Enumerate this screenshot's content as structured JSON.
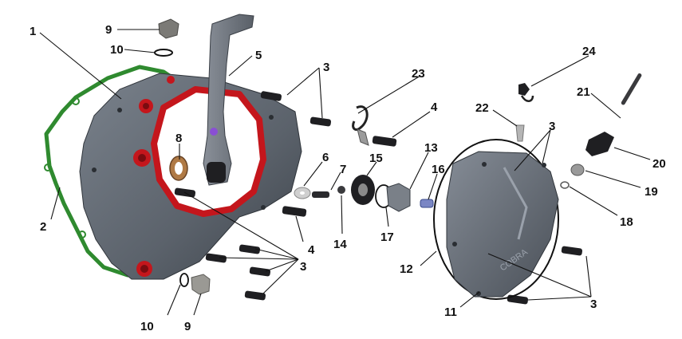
{
  "callouts": {
    "c1": "1",
    "c2": "2",
    "c3a": "3",
    "c3b": "3",
    "c3c": "3",
    "c3d": "3",
    "c4a": "4",
    "c4b": "4",
    "c5": "5",
    "c6": "6",
    "c7": "7",
    "c8": "8",
    "c9a": "9",
    "c9b": "9",
    "c10a": "10",
    "c10b": "10",
    "c11": "11",
    "c12": "12",
    "c13": "13",
    "c14": "14",
    "c15": "15",
    "c16": "16",
    "c17": "17",
    "c18": "18",
    "c19": "19",
    "c20": "20",
    "c21": "21",
    "c22": "22",
    "c23": "23",
    "c24": "24"
  },
  "colors": {
    "housing": "#5f6670",
    "housing_dark": "#3e444c",
    "gasket": "#2f8a2f",
    "red_seal": "#c4161c",
    "bolt": "#1f1f22",
    "bronze": "#b07a45"
  },
  "watermark": "COBRA"
}
